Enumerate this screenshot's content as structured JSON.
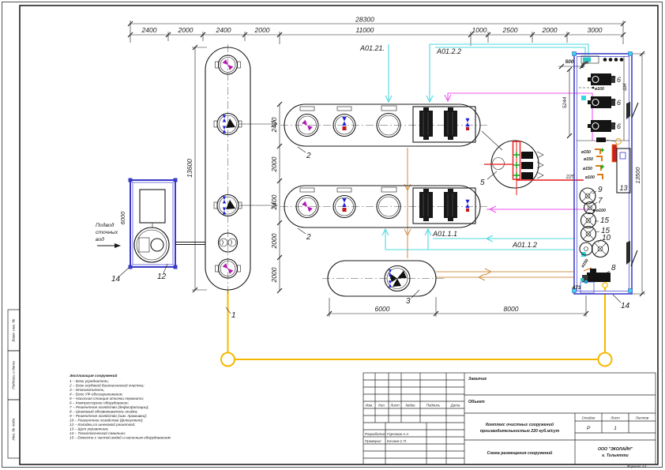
{
  "frame": {
    "stamps": {
      "vzam": "Взам. инв. №",
      "podp": "Подпись и дата",
      "inv": "Инв. № подл."
    },
    "format": "Формат А3"
  },
  "dims": {
    "top_total": "28300",
    "top_segments": [
      "2400",
      "2000",
      "2400",
      "2000",
      "11000",
      "1000",
      "2500",
      "2000",
      "3000"
    ],
    "column_total": "13600",
    "column_segments": [
      "2400",
      "2000",
      "2400",
      "2000",
      "2000"
    ],
    "tank3_len": "6000",
    "tank3_offset": "8000",
    "pavilion_height": "13500",
    "pavilion_inner": "5244",
    "pavilion_top": "500",
    "pump_line": "225",
    "dewaterer": "473",
    "left_pavilion": "6000"
  },
  "flow_labels": {
    "feed1": "А01.21.",
    "feed2": "А01.2.2",
    "ret1": "А01.1.1",
    "ret2": "А01.1.2"
  },
  "pipes": {
    "d150": "ø150",
    "d100": "ø100",
    "cabinet": "ШК"
  },
  "tags": {
    "t1": "1",
    "t2": "2",
    "t3": "3",
    "t5": "5",
    "t6": "6",
    "t7": "7",
    "t8": "8",
    "t9": "9",
    "t10": "10",
    "t12": "12",
    "t13": "13",
    "t14": "14",
    "t15": "15"
  },
  "inlet": {
    "l1": "Подвод",
    "l2": "сточных",
    "l3": "вод"
  },
  "legend": {
    "title": "Экспликация сооружений",
    "items": [
      "1 –  Блок усреднитель;",
      "2 –  Блок глубокой биологической очистки;",
      "3 –  Илонакопитель;",
      "4 –  Блок УФ-обеззараживания;",
      "5 –  Насосная станция откачки пермеата;",
      "6 –  Компрессорное оборудование;",
      "7 –  Реагентное хозяйство (дефосфатации);",
      "8 –  Шнековый обезвоживатель осадка;",
      "9 –  Реагентное хозяйство (хим. промывки);",
      "10 –  Реагентное хозяйство (флокулянт);",
      "12 –  Колодец со шнековой решеткой;",
      "13 –  Щит управления;",
      "14 –  Технологический павильон;",
      "15 –  Емкости с чистой водой и насосным оборудованием"
    ]
  },
  "title_block": {
    "customer": "Заказчик",
    "object": "Объект",
    "cols": [
      "Изм.",
      "Кол.",
      "Лист",
      "№док.",
      "Подпись",
      "Дата"
    ],
    "dev_label": "Разработал",
    "dev_name": "Горчаков А.А",
    "chk_label": "Проверил",
    "chk_name": "Кичаев С.П.",
    "project_line1": "Комплекс очистных сооружений",
    "project_line2": "производительностью 220 куб.м/сут",
    "stage_label": "Стадия",
    "stage": "Р",
    "sheet_label": "Лист",
    "sheet": "1",
    "sheets_label": "Листов",
    "doc_title": "Схема размещения сооружений",
    "company1": "ООО \"ЭКОЛАЙН\"",
    "company2": "г. Тольятти"
  }
}
